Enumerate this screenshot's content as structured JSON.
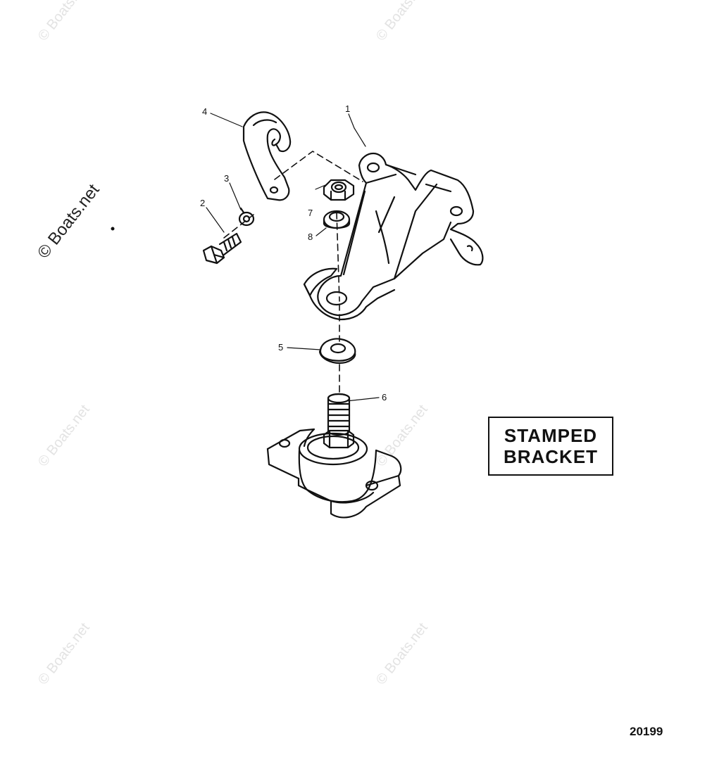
{
  "diagram": {
    "callouts": {
      "c1": "1",
      "c2": "2",
      "c3": "3",
      "c4": "4",
      "c5": "5",
      "c6": "6",
      "c7": "7",
      "c8": "8"
    },
    "title_box": {
      "line1": "STAMPED",
      "line2": "BRACKET"
    },
    "figure_number": "20199",
    "watermark": "© Boats.net"
  }
}
